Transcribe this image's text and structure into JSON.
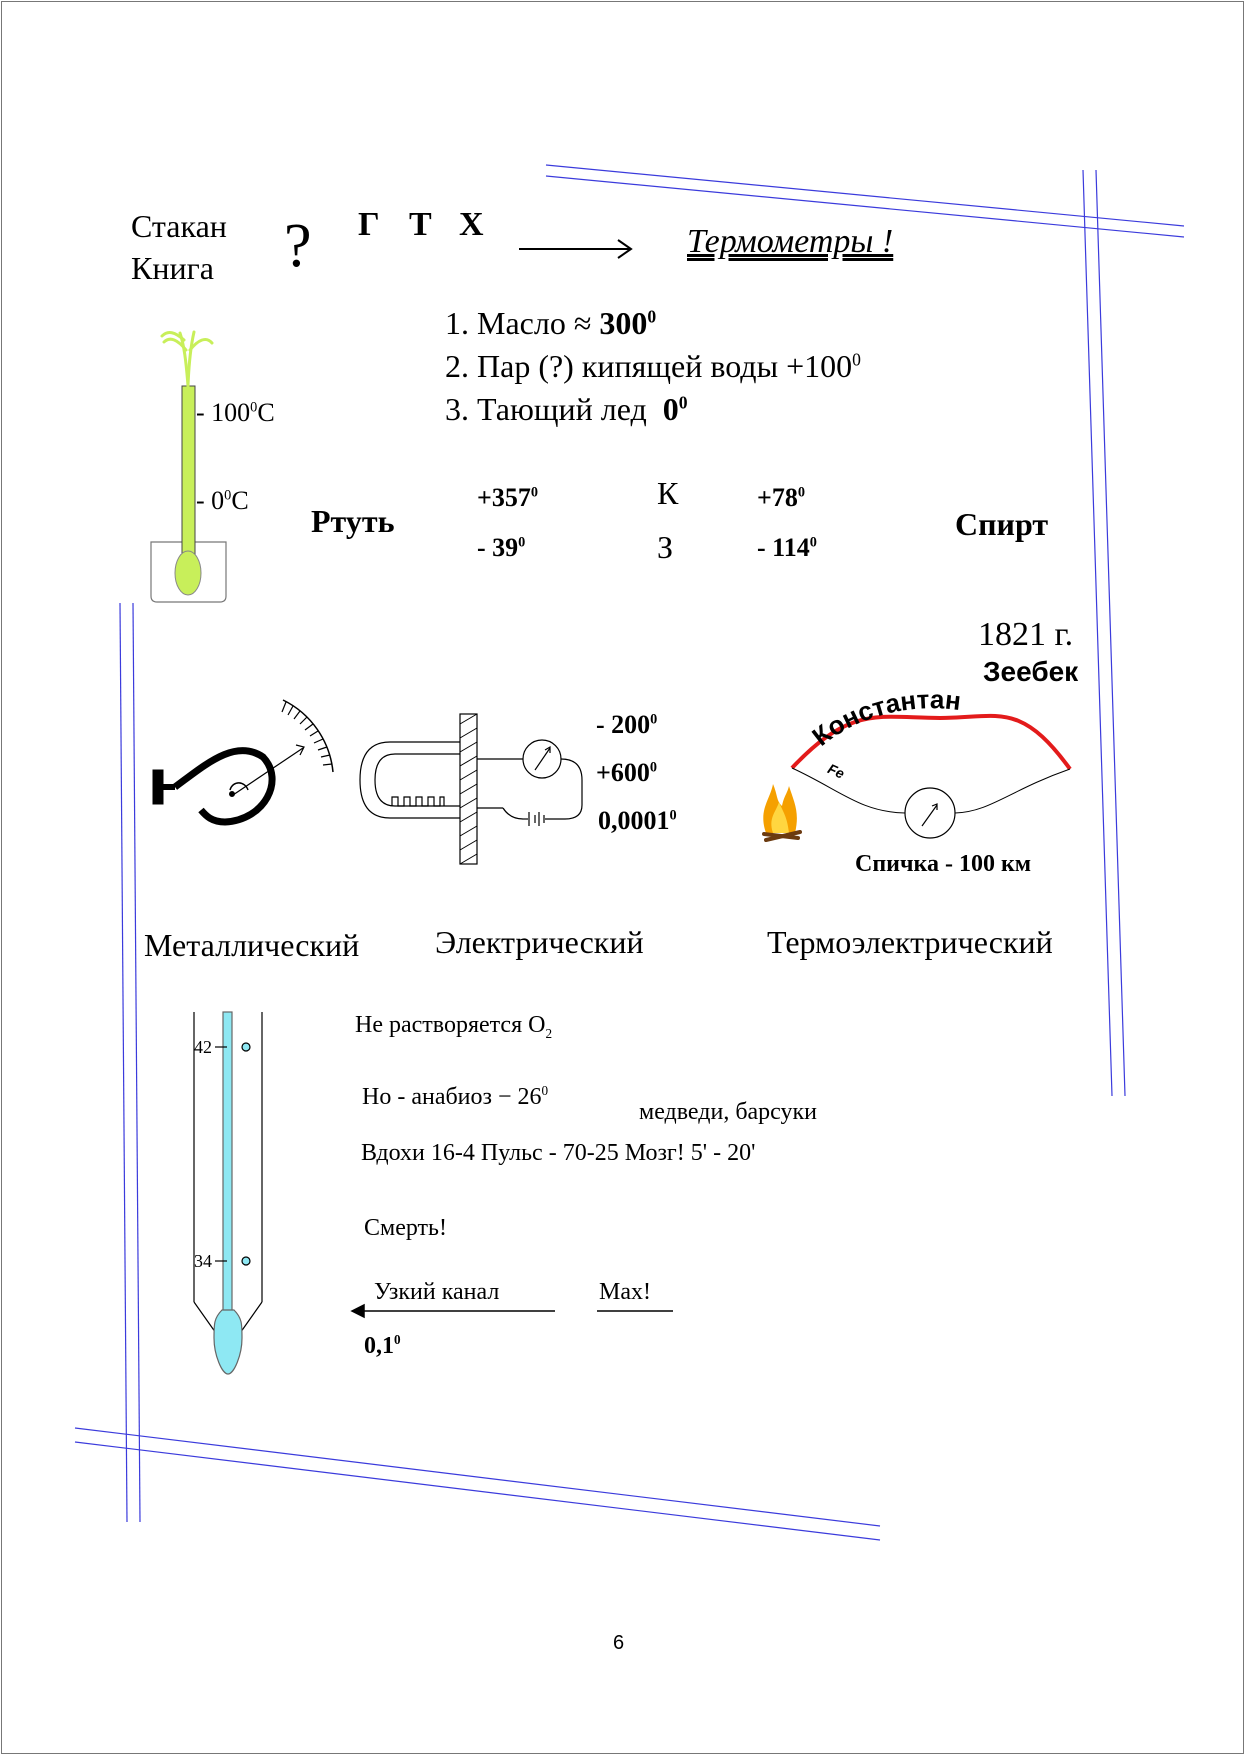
{
  "top": {
    "objects": [
      "Стакан",
      "Книга"
    ],
    "question": "?",
    "letters": [
      "Г",
      "Т",
      "Х"
    ],
    "title": "Термометры !"
  },
  "fixed_points": [
    {
      "label": "1. Масло",
      "approx": "≈",
      "value": "300",
      "deg": "0"
    },
    {
      "label": "2. Пар (?) кипящей воды +",
      "value": "100",
      "deg": "0"
    },
    {
      "label": "3. Тающий лед",
      "value": "0",
      "deg": "0"
    }
  ],
  "thermo_scale": {
    "mark_100": "- 100",
    "mark_0": "- 0",
    "deg": "0",
    "unit": "C"
  },
  "liquids": {
    "mercury": {
      "name": "Ртуть",
      "boil": "+357",
      "freeze": "- 39"
    },
    "spirit": {
      "name": "Спирт",
      "boil": "+78",
      "freeze": "- 114"
    },
    "boil_label": "К",
    "freeze_label": "З",
    "deg": "0"
  },
  "thermoelectric": {
    "year": "1821 г.",
    "scientist": "Зеебек",
    "constantan": "Константан",
    "fe": "Fe",
    "match": "Спичка - 100 км"
  },
  "electric": {
    "range_low": "- 200",
    "range_high": "+600",
    "precision": "0,0001",
    "deg": "0"
  },
  "types": [
    "Металлический",
    "Электрический",
    "Термоэлектрический"
  ],
  "medical": {
    "tick_42": "42",
    "tick_34": "34",
    "o2_text": "Не растворяется O",
    "o2_sub": "2",
    "anabiosis": "Но - анабиоз − 26",
    "deg": "0",
    "animals": "медведи, барсуки",
    "vitals": "Вдохи 16-4   Пульс - 70-25  Мозг! 5'  - 20'",
    "death": "Смерть!",
    "channel": "Узкий канал",
    "max": "Max!",
    "precision": "0,1"
  },
  "page_number": "6",
  "colors": {
    "frame_lines": "#3b3bdc",
    "alcohol": "#c8ef5a",
    "sprout": "#c8ef5a",
    "mercury_fill": "#8ee8f3",
    "constantan": "#e31b1b",
    "fire": "#f5a000"
  }
}
